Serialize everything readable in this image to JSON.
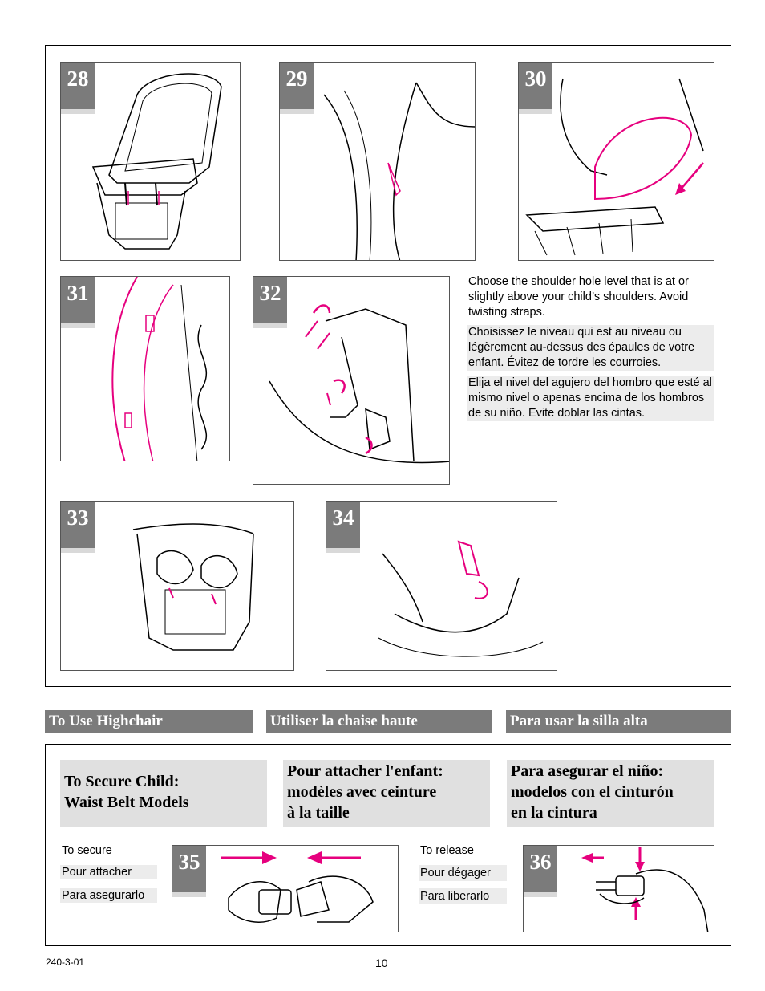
{
  "figures": {
    "f28": "28",
    "f29": "29",
    "f30": "30",
    "f31": "31",
    "f32": "32",
    "f33": "33",
    "f34": "34",
    "f35": "35",
    "f36": "36"
  },
  "shoulder_text": {
    "en": "Choose the shoulder hole level that is at or slightly above your child’s shoulders. Avoid twisting straps.",
    "fr": "Choisissez le niveau qui est au niveau ou légèrement au-dessus des épaules de votre enfant. Évitez de tordre les courroies.",
    "es": "Elija el nivel del agujero del hombro que esté al mismo nivel o apenas encima de los hombros de su niño. Evite doblar las cintas."
  },
  "headers": {
    "en": "To Use Highchair",
    "fr": "Utiliser la chaise haute",
    "es": "Para usar la silla alta"
  },
  "secure_titles": {
    "en_line1": "To Secure Child:",
    "en_line2": "Waist Belt Models",
    "fr_line1": "Pour attacher l'enfant:",
    "fr_line2": "modèles avec ceinture",
    "fr_line3": "à la taille",
    "es_line1": "Para asegurar el niño:",
    "es_line2": "modelos con el cinturón",
    "es_line3": "en la cintura"
  },
  "secure_labels": {
    "en": "To secure",
    "fr": "Pour attacher",
    "es": "Para asegurarlo"
  },
  "release_labels": {
    "en": "To release",
    "fr": "Pour dégager",
    "es": "Para liberarlo"
  },
  "footer": {
    "code": "240-3-01",
    "page": "10"
  },
  "colors": {
    "accent": "#e6007e",
    "badge": "#7b7b7b",
    "header_bar": "#7b7b7b",
    "title_box": "#e0e0e0"
  }
}
